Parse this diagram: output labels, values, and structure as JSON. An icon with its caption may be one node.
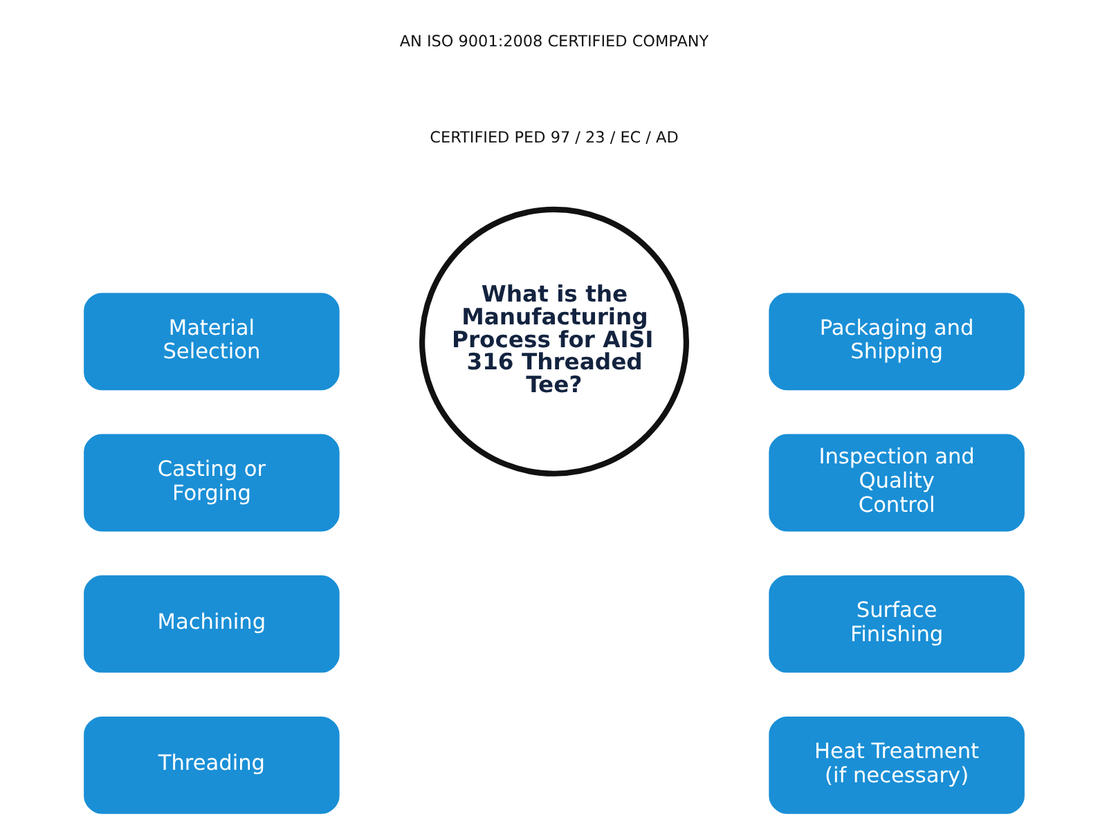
{
  "diagram": {
    "nodes": [
      {
        "text": [
          "What is the Manufacturing Process for AISI 316 Threaded Tee?"
        ]
      },
      {
        "text": [
          "Material Selection"
        ]
      },
      {
        "text": [
          "Casting or Forging"
        ]
      },
      {
        "text": [
          "Machining"
        ]
      },
      {
        "text": [
          "Threading"
        ]
      },
      {
        "text": [
          "Packaging and Shipping"
        ]
      },
      {
        "text": [
          "Inspection and Quality Control"
        ]
      },
      {
        "text": [
          "Surface Finishing"
        ]
      },
      {
        "text": [
          "Heat Treatment (if necessary)"
        ]
      }
    ],
    "edges": [],
    "labels": [
      "AN ISO 9001:2008 CERTIFIED COMPANY",
      "CERTIFIED PED 97 / 23 / EC / AD"
    ]
  }
}
